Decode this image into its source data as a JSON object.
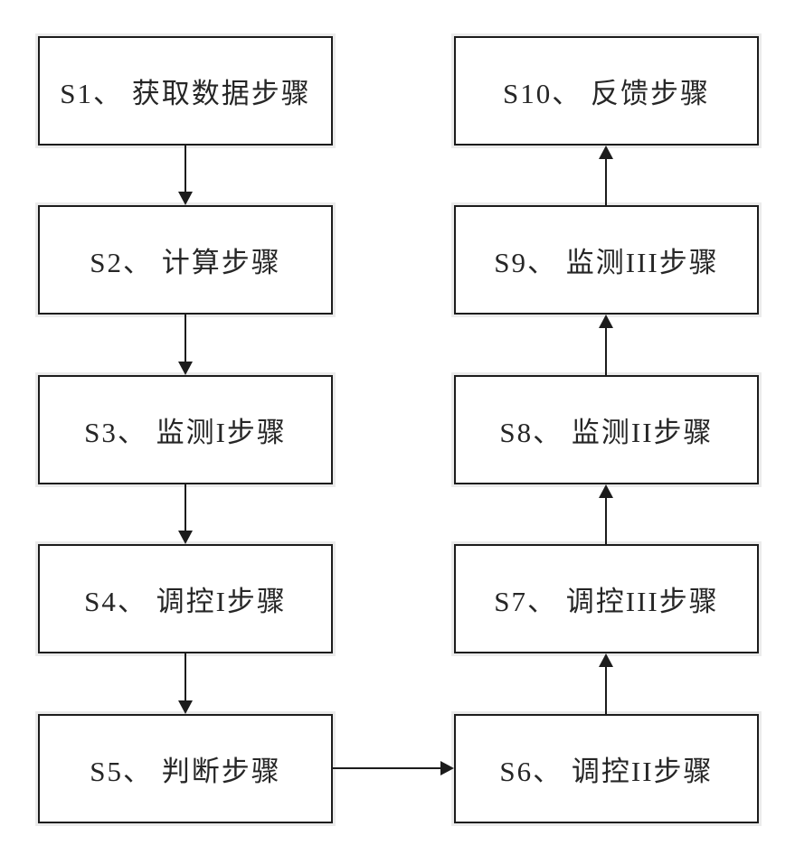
{
  "figure": {
    "type": "flowchart",
    "background_color": "#ffffff",
    "line_color": "#1c1c1c",
    "box_border_color": "#1c1c1c",
    "text_color": "#262626"
  },
  "nodes": [
    {
      "id": "S1",
      "label": "S1、 获取数据步骤"
    },
    {
      "id": "S2",
      "label": "S2、 计算步骤"
    },
    {
      "id": "S3",
      "label": "S3、 监测I步骤"
    },
    {
      "id": "S4",
      "label": "S4、 调控I步骤"
    },
    {
      "id": "S5",
      "label": "S5、 判断步骤"
    },
    {
      "id": "S6",
      "label": "S6、 调控II步骤"
    },
    {
      "id": "S7",
      "label": "S7、 调控III步骤"
    },
    {
      "id": "S8",
      "label": "S8、 监测II步骤"
    },
    {
      "id": "S9",
      "label": "S9、 监测III步骤"
    },
    {
      "id": "S10",
      "label": "S10、 反馈步骤"
    }
  ],
  "edges": [
    {
      "from": "S1",
      "to": "S2",
      "direction": "down"
    },
    {
      "from": "S2",
      "to": "S3",
      "direction": "down"
    },
    {
      "from": "S3",
      "to": "S4",
      "direction": "down"
    },
    {
      "from": "S4",
      "to": "S5",
      "direction": "down"
    },
    {
      "from": "S5",
      "to": "S6",
      "direction": "right"
    },
    {
      "from": "S6",
      "to": "S7",
      "direction": "up"
    },
    {
      "from": "S7",
      "to": "S8",
      "direction": "up"
    },
    {
      "from": "S8",
      "to": "S9",
      "direction": "up"
    },
    {
      "from": "S9",
      "to": "S10",
      "direction": "up"
    }
  ]
}
